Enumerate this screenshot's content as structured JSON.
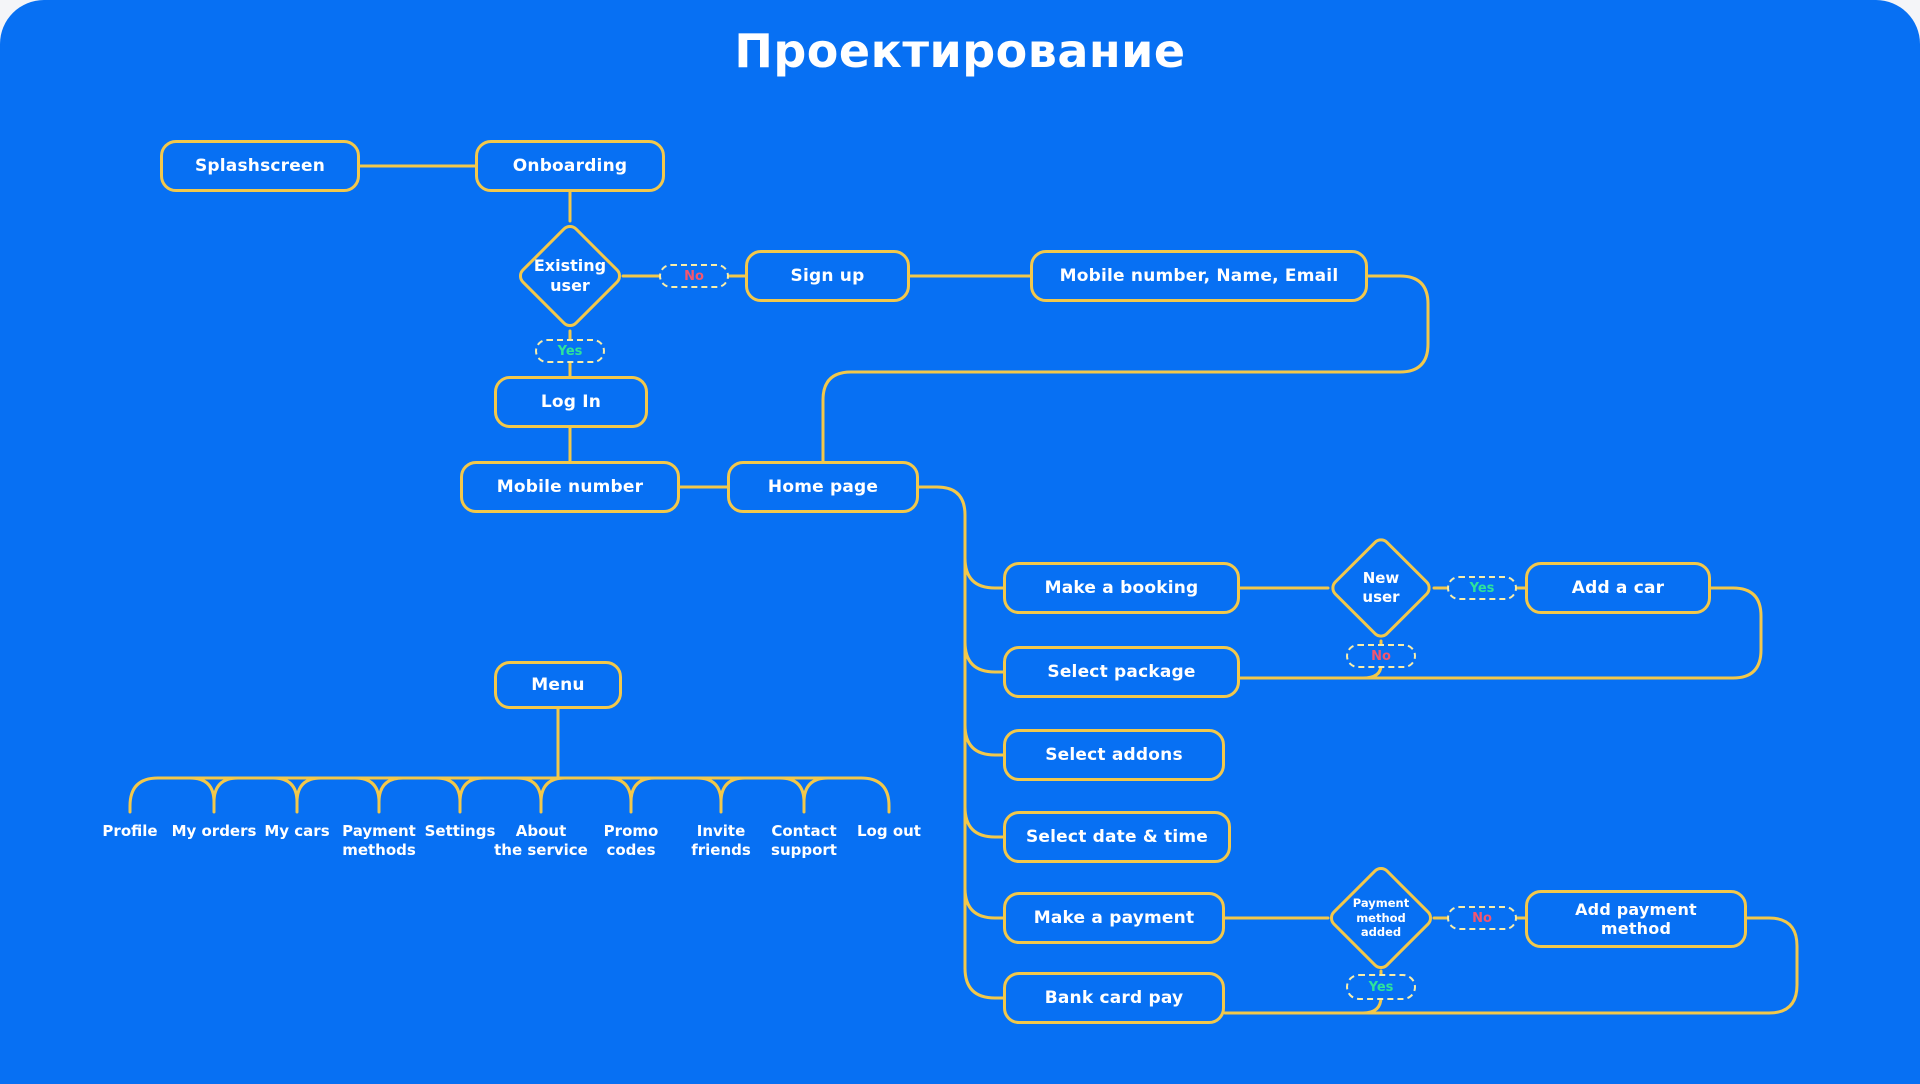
{
  "title": "Проектирование",
  "colors": {
    "canvas_blue": "#0770F3",
    "line_yellow": "#F2C84B",
    "pill_border": "#F8EDA9",
    "yes_green": "#2EE39B",
    "no_pink": "#F4566F",
    "text_white": "#FFFFFF"
  },
  "nodes": {
    "splashscreen": "Splashscreen",
    "onboarding": "Onboarding",
    "sign_up": "Sign up",
    "contact_info": "Mobile number, Name, Email",
    "log_in": "Log In",
    "mobile_number": "Mobile number",
    "home_page": "Home page",
    "menu": "Menu",
    "make_a_booking": "Make a booking",
    "select_package": "Select package",
    "select_addons": "Select addons",
    "select_date_time": "Select date & time",
    "make_a_payment": "Make a payment",
    "bank_card_pay": "Bank card pay",
    "add_a_car": "Add a car",
    "add_payment_method": "Add payment\nmethod"
  },
  "decisions": {
    "existing_user": "Existing\nuser",
    "new_user": "New\nuser",
    "payment_method_added": "Payment\nmethod\nadded"
  },
  "branch_labels": {
    "yes": "Yes",
    "no": "No"
  },
  "menu": {
    "items": [
      {
        "label": "Profile"
      },
      {
        "label": "My orders"
      },
      {
        "label": "My cars"
      },
      {
        "label": "Payment\nmethods"
      },
      {
        "label": "Settings"
      },
      {
        "label": "About\nthe service"
      },
      {
        "label": "Promo\ncodes"
      },
      {
        "label": "Invite\nfriends"
      },
      {
        "label": "Contact\nsupport"
      },
      {
        "label": "Log out"
      }
    ]
  }
}
